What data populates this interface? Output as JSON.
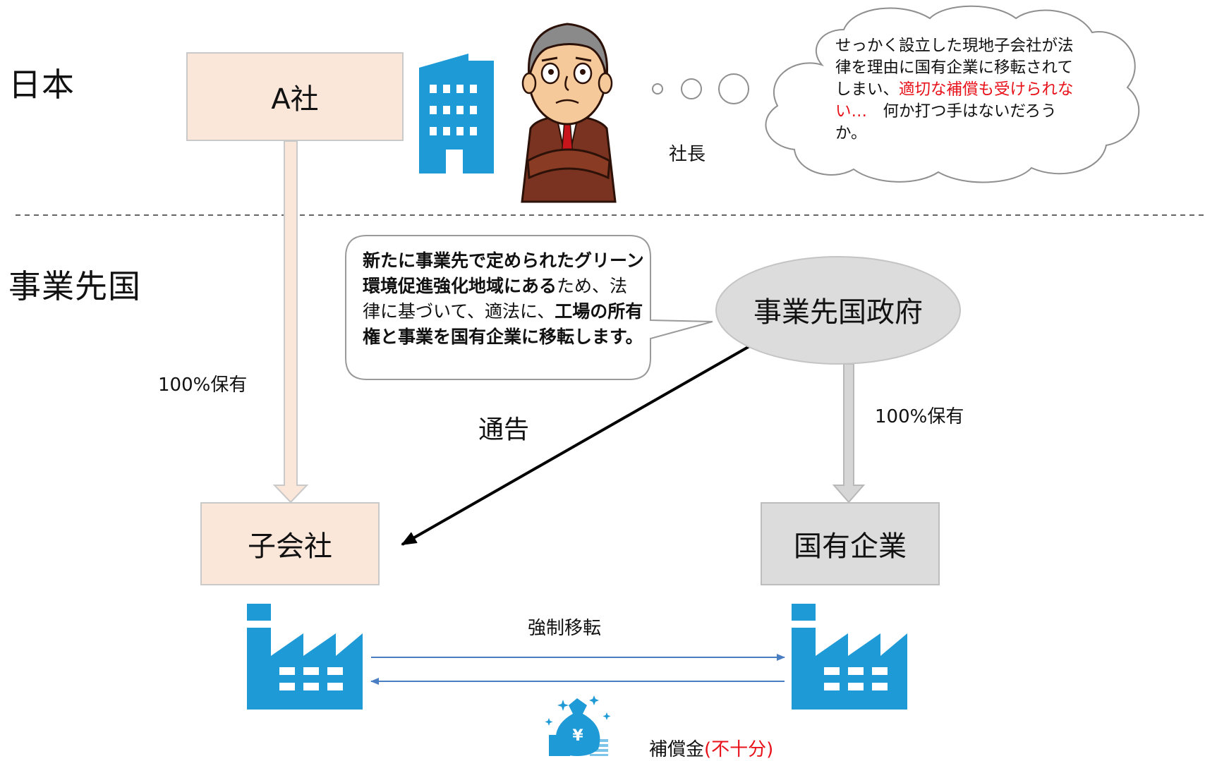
{
  "regions": {
    "japan": "日本",
    "host_country": "事業先国"
  },
  "entities": {
    "company_a": "A社",
    "subsidiary": "子会社",
    "state_enterprise": "国有企業",
    "government": "事業先国政府",
    "president_label": "社長"
  },
  "labels": {
    "ownership_left": "100%保有",
    "ownership_right": "100%保有",
    "notice": "通告",
    "forced_transfer": "強制移転",
    "compensation": "補償金",
    "compensation_note": "(不十分)"
  },
  "thought_bubble": {
    "part1": "せっかく設立した現地子会社が法律を理由に国有企業に移転されてしまい、",
    "part2_red": "適切な補償も受けられない…",
    "part3": "　何か打つ手はないだろうか。"
  },
  "speech_bubble": {
    "bold1": "新たに事業先で定められたグリーン環境促進強化地域にある",
    "normal": "ため、法律に基づいて、適法に、",
    "bold2": "工場の所有権と事業を国有企業に移転します。"
  },
  "colors": {
    "accent_blue": "#1e9ad6",
    "peach_fill": "#fbe7da",
    "gray_fill": "#dcdcdc",
    "arrow_blue": "#4a7ec2",
    "red": "#e8121b"
  }
}
